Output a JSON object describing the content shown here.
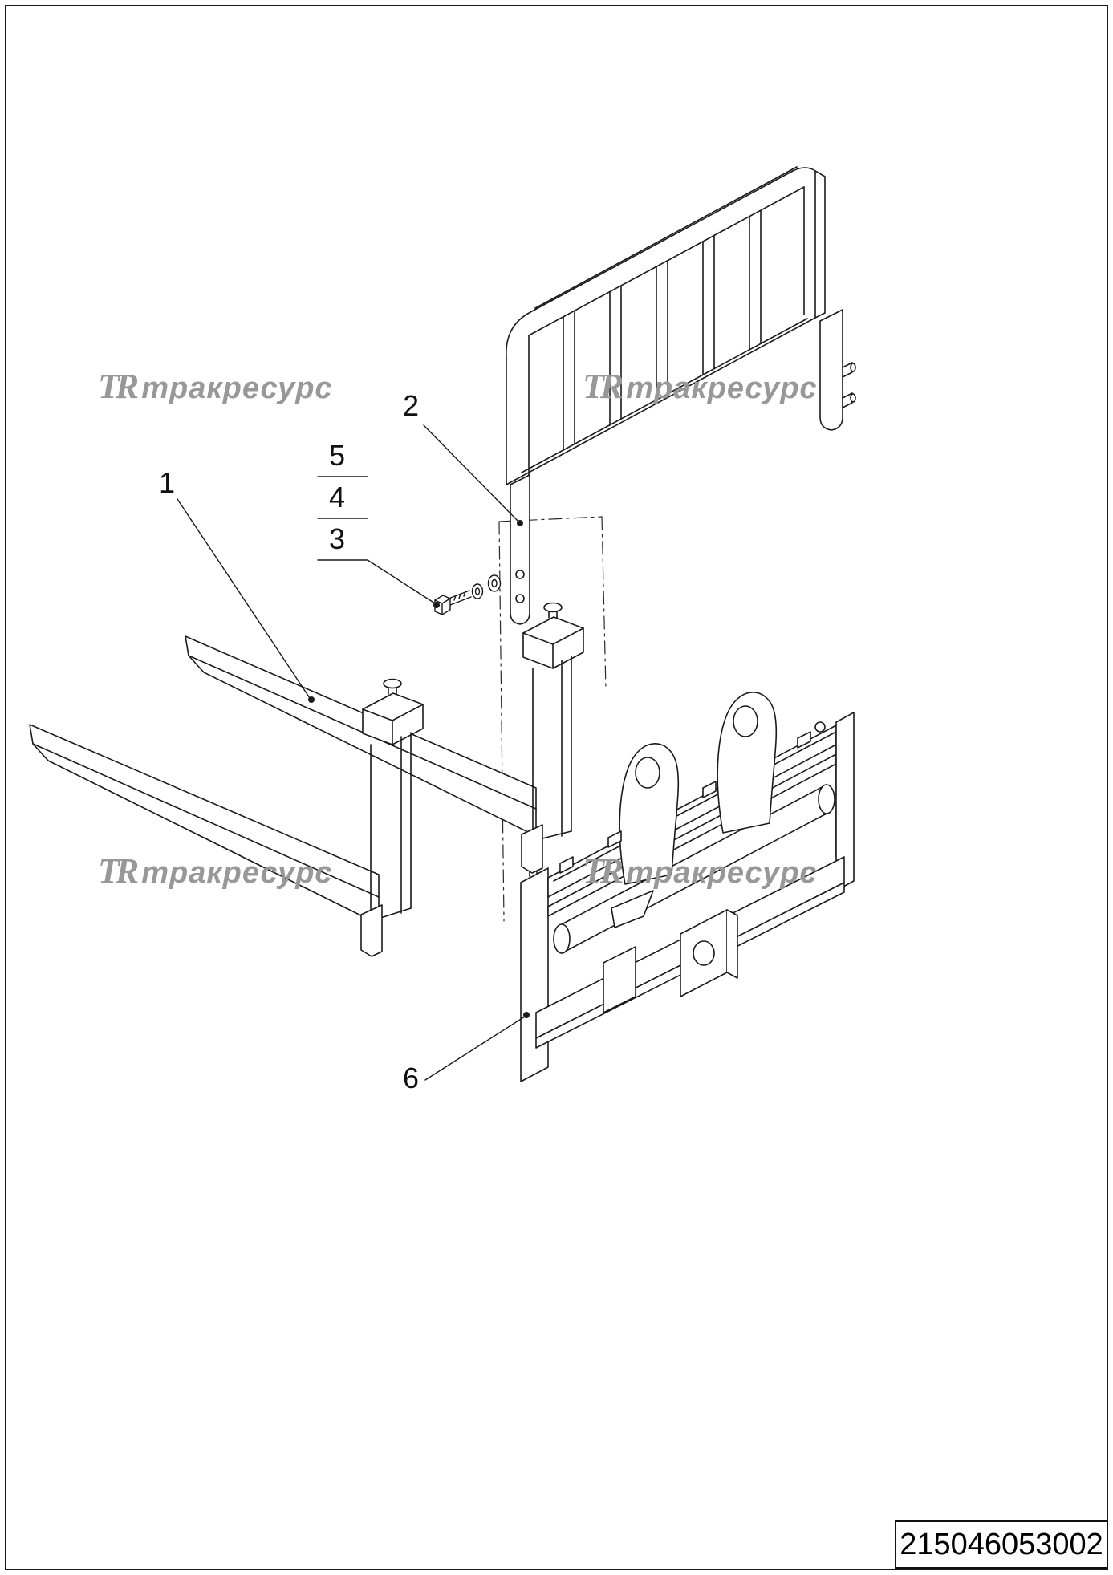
{
  "page": {
    "background": "#ffffff",
    "border_color": "#1a1a1a"
  },
  "watermarks": [
    {
      "logo": "ТR",
      "text": "тракресурс"
    },
    {
      "logo": "ТR",
      "text": "тракресурс"
    },
    {
      "logo": "ТR",
      "text": "тракресурс"
    },
    {
      "logo": "ТR",
      "text": "тракресурс"
    }
  ],
  "watermark_color": "#98989b",
  "callouts": [
    {
      "label": "1"
    },
    {
      "label": "2"
    },
    {
      "label": "3"
    },
    {
      "label": "4"
    },
    {
      "label": "5"
    },
    {
      "label": "6"
    }
  ],
  "part_number": "215046053002"
}
